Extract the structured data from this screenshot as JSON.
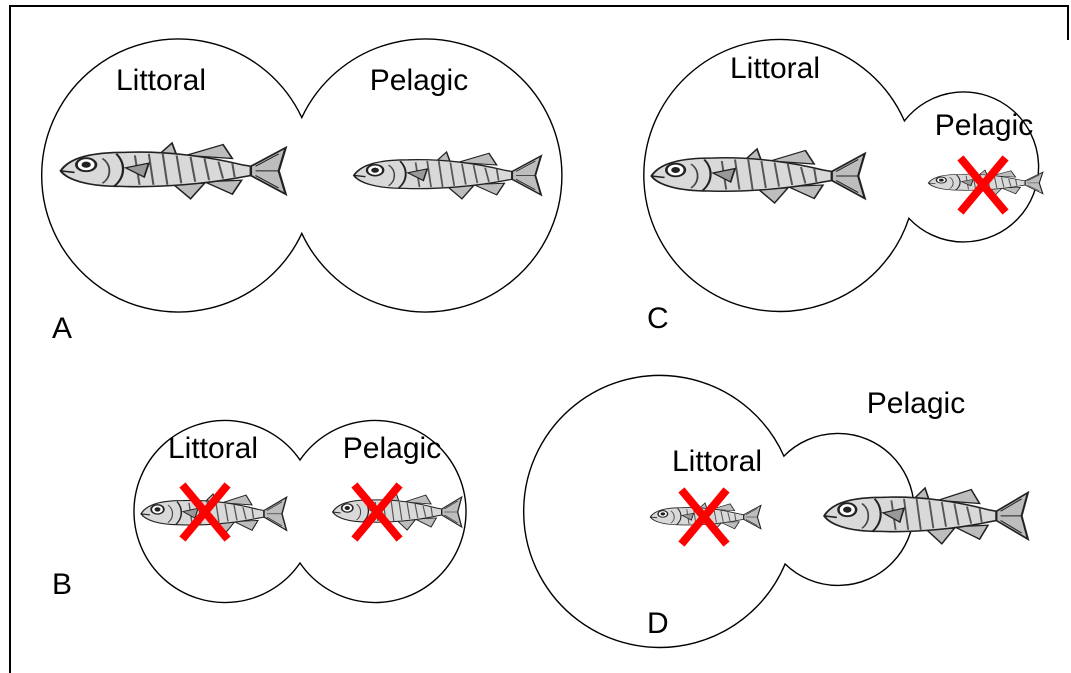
{
  "colors": {
    "outline": "#000000",
    "fish_body": "#d9d9d9",
    "fish_ink": "#222222",
    "cross": "#ff0000"
  },
  "icons": {
    "fish": "stickleback-fish-icon",
    "cross": "red-x-icon"
  },
  "panels": [
    {
      "letter": "A",
      "littoral": {
        "label": "Littoral",
        "fish_present": true,
        "crossed": false
      },
      "pelagic": {
        "label": "Pelagic",
        "fish_present": true,
        "crossed": false
      }
    },
    {
      "letter": "B",
      "littoral": {
        "label": "Littoral",
        "fish_present": true,
        "crossed": true
      },
      "pelagic": {
        "label": "Pelagic",
        "fish_present": true,
        "crossed": true
      }
    },
    {
      "letter": "C",
      "littoral": {
        "label": "Littoral",
        "fish_present": true,
        "crossed": false
      },
      "pelagic": {
        "label": "Pelagic",
        "fish_present": true,
        "crossed": true
      }
    },
    {
      "letter": "D",
      "littoral": {
        "label": "Littoral",
        "fish_present": true,
        "crossed": true
      },
      "pelagic": {
        "label": "Pelagic",
        "fish_present": true,
        "crossed": false
      }
    }
  ]
}
